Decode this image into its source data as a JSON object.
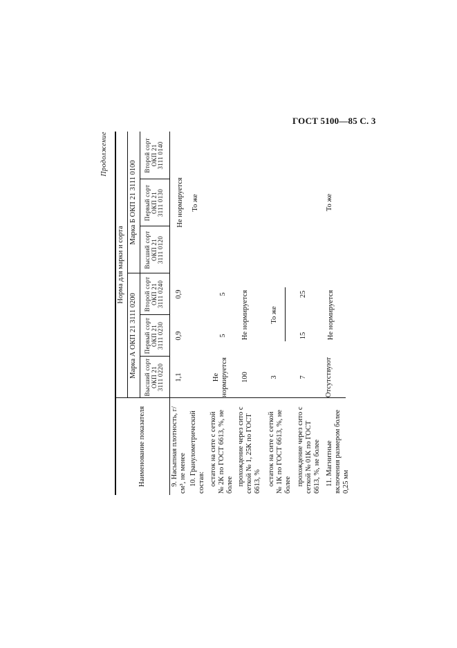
{
  "header": {
    "text": "ГОСТ 5100—85 С. 3"
  },
  "continuation": "Продолжение",
  "table": {
    "col_indicator": "Наименование показателя",
    "norm_header": "Норма для марки и сорта",
    "brand_a": "Марка А ОКП 21 3111 0200",
    "brand_b": "Марка Б ОКП 21 3111 0100",
    "grades": [
      {
        "name": "Высший сорт",
        "code1": "ОКП 21",
        "code2": "3111 0220"
      },
      {
        "name": "Первый сорт",
        "code1": "ОКП 21",
        "code2": "3111 0230"
      },
      {
        "name": "Второй сорт",
        "code1": "ОКП 21",
        "code2": "3111 0240"
      },
      {
        "name": "Высший сорт",
        "code1": "ОКП 21",
        "code2": "3111 0120"
      },
      {
        "name": "Первый сорт",
        "code1": "ОКП 21",
        "code2": "3111 0130"
      },
      {
        "name": "Второй сорт",
        "code1": "ОКП 21",
        "code2": "3111 0140"
      }
    ],
    "rows": [
      {
        "label": "9. Насыпная плотность, г/см³, не менее",
        "a": [
          "1,1",
          "0,9",
          "0,9"
        ]
      },
      {
        "label": "10. Гранулометрический состав:"
      },
      {
        "label": "остаток на сите с сеткой № 2К по ГОСТ 6613, %, не более",
        "a": [
          "Не нормируется"
        ]
      },
      {
        "label": "прохождение через сито с сеткой № 1, 25К по ГОСТ 6613, %",
        "a": [
          "100",
          "5",
          "5"
        ]
      },
      {
        "label": "остаток на сите с сеткой № 1К по ГОСТ 6613, %, не более",
        "a": [
          "3"
        ]
      },
      {
        "label": "прохождение через сито с сеткой № 01К по ГОСТ 6613, %, не более",
        "a": [
          "7",
          "15",
          "25"
        ]
      },
      {
        "label": "11. Магнитные включения размером более 0,25 мм",
        "a": [
          "Отсутствуют"
        ]
      }
    ],
    "brand_b_values": {
      "not_normed": "Не нормируется",
      "same": "То же"
    },
    "brand_a_values": {
      "not_normed": "Не нормируется",
      "same": "То же"
    }
  }
}
